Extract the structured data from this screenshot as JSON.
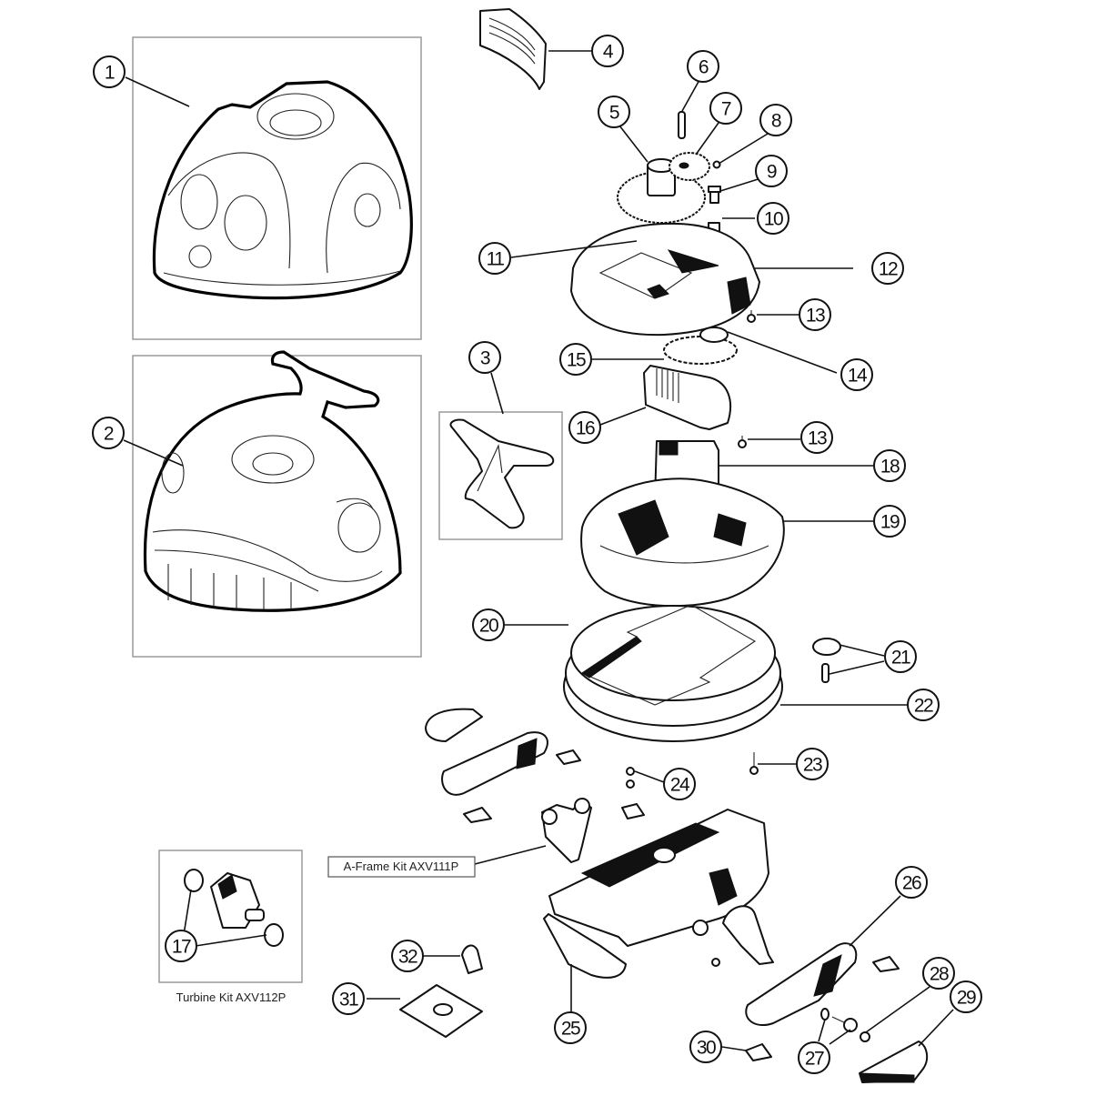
{
  "diagram": {
    "subject": "Pool cleaner exploded parts diagram",
    "callouts": [
      {
        "id": "c1",
        "label": "1"
      },
      {
        "id": "c2",
        "label": "2"
      },
      {
        "id": "c3",
        "label": "3"
      },
      {
        "id": "c4",
        "label": "4"
      },
      {
        "id": "c5",
        "label": "5"
      },
      {
        "id": "c6",
        "label": "6"
      },
      {
        "id": "c7",
        "label": "7"
      },
      {
        "id": "c8",
        "label": "8"
      },
      {
        "id": "c9",
        "label": "9"
      },
      {
        "id": "c10",
        "label": "10"
      },
      {
        "id": "c11",
        "label": "11"
      },
      {
        "id": "c12",
        "label": "12"
      },
      {
        "id": "c13a",
        "label": "13"
      },
      {
        "id": "c14",
        "label": "14"
      },
      {
        "id": "c15",
        "label": "15"
      },
      {
        "id": "c16",
        "label": "16"
      },
      {
        "id": "c13b",
        "label": "13"
      },
      {
        "id": "c17",
        "label": "17"
      },
      {
        "id": "c18",
        "label": "18"
      },
      {
        "id": "c19",
        "label": "19"
      },
      {
        "id": "c20",
        "label": "20"
      },
      {
        "id": "c21",
        "label": "21"
      },
      {
        "id": "c22",
        "label": "22"
      },
      {
        "id": "c23",
        "label": "23"
      },
      {
        "id": "c24",
        "label": "24"
      },
      {
        "id": "c25",
        "label": "25"
      },
      {
        "id": "c26",
        "label": "26"
      },
      {
        "id": "c27",
        "label": "27"
      },
      {
        "id": "c28",
        "label": "28"
      },
      {
        "id": "c29",
        "label": "29"
      },
      {
        "id": "c30",
        "label": "30"
      },
      {
        "id": "c31",
        "label": "31"
      },
      {
        "id": "c32",
        "label": "32"
      }
    ],
    "kits": {
      "a_frame": "A-Frame Kit AXV111P",
      "turbine": "Turbine Kit AXV112P"
    }
  }
}
